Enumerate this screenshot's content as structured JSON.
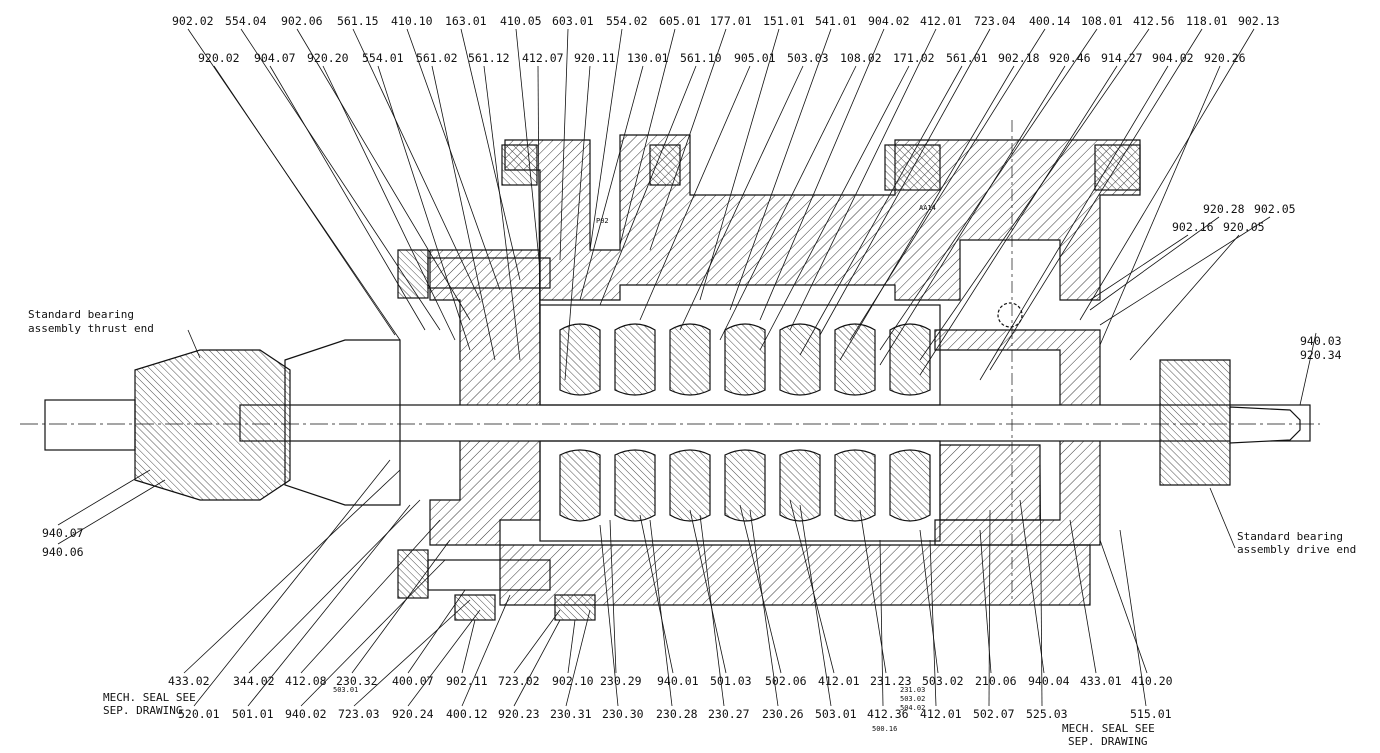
{
  "labels_top_row1": [
    "902.02",
    "554.04",
    "902.06",
    "561.15",
    "410.10",
    "163.01",
    "410.05",
    "603.01",
    "554.02",
    "605.01",
    "177.01",
    "151.01",
    "541.01",
    "904.02",
    "412.01",
    "723.04",
    "400.14",
    "108.01",
    "412.56",
    "118.01",
    "902.13"
  ],
  "labels_top_row2": [
    "920.02",
    "904.07",
    "920.20",
    "554.01",
    "561.02",
    "561.12",
    "412.07",
    "920.11",
    "130.01",
    "561.10",
    "905.01",
    "503.03",
    "108.02",
    "171.02",
    "561.01",
    "902.18",
    "920.46",
    "914.27",
    "904.02",
    "920.26"
  ],
  "labels_right": [
    "920.28",
    "902.05",
    "902.16",
    "920.05",
    "940.03",
    "920.34"
  ],
  "labels_left": [
    "940.07",
    "940.06"
  ],
  "labels_bottom_row1": [
    "433.02",
    "344.02",
    "412.08",
    "230.32",
    "400.07",
    "902.11",
    "723.02",
    "902.10",
    "230.29",
    "940.01",
    "501.03",
    "502.06",
    "412.01",
    "231.23",
    "503.02",
    "210.06",
    "940.04",
    "433.01",
    "410.20"
  ],
  "labels_bottom_row2": [
    "520.01",
    "501.01",
    "940.02",
    "723.03",
    "920.24",
    "400.12",
    "920.23",
    "230.31",
    "230.30",
    "230.28",
    "230.27",
    "230.26",
    "503.01",
    "412.36",
    "412.01",
    "502.07",
    "525.03",
    "515.01"
  ],
  "small_labels": [
    "503.01",
    "231.03",
    "503.02",
    "504.02",
    "500.16",
    "P02",
    "AA14"
  ],
  "notes": {
    "thrust_end_line1": "Standard bearing",
    "thrust_end_line2": "assembly thrust end",
    "drive_end_line1": "Standard bearing",
    "drive_end_line2": "assembly drive end",
    "mech_seal_left_line1": "MECH. SEAL SEE",
    "mech_seal_left_line2": "SEP. DRAWING",
    "mech_seal_right_line1": "MECH. SEAL SEE",
    "mech_seal_right_line2": "SEP. DRAWING"
  }
}
